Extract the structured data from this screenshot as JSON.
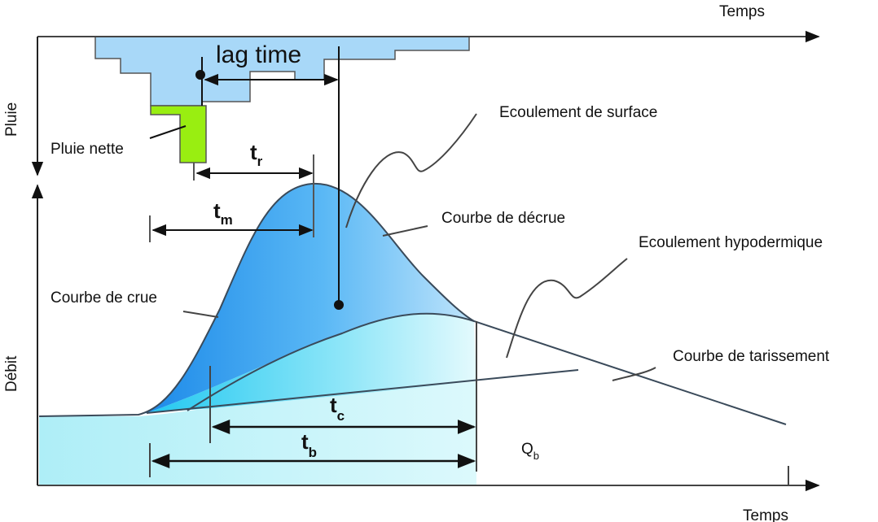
{
  "axes": {
    "top_x_label": "Temps",
    "top_y_label": "Pluie",
    "bottom_x_label": "Temps",
    "bottom_y_label": "Débit"
  },
  "labels": {
    "lag_time": "lag time",
    "pluie_nette": "Pluie nette",
    "ecoulement_surface": "Ecoulement de surface",
    "courbe_decrue": "Courbe de décrue",
    "ecoulement_hypodermique": "Ecoulement hypodermique",
    "courbe_crue": "Courbe de crue",
    "courbe_tarissement": "Courbe de tarissement",
    "qb_main": "Q",
    "qb_sub": "b"
  },
  "symbols": {
    "tr": {
      "main": "t",
      "sub": "r"
    },
    "tm": {
      "main": "t",
      "sub": "m"
    },
    "tc": {
      "main": "t",
      "sub": "c"
    },
    "tb": {
      "main": "t",
      "sub": "b"
    }
  },
  "colors": {
    "rain": "#a8d8f8",
    "net_rain": "#99ee11",
    "surface_flow": "#2f9cf0",
    "subsurface_flow": "#5fd8f5",
    "base_flow": "#c4f4fa"
  }
}
